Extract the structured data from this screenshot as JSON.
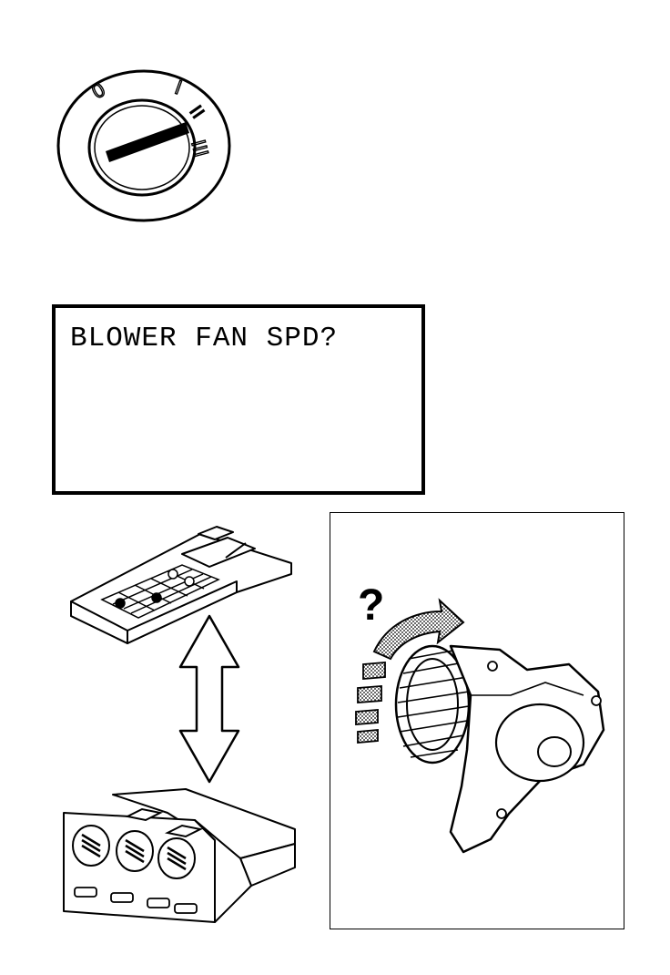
{
  "display": {
    "text": "BLOWER FAN SPD?"
  },
  "ignition": {
    "positions": [
      "0",
      "I",
      "II",
      "III"
    ],
    "key_position": "II"
  },
  "blower": {
    "question": "?"
  },
  "icons": {
    "ignition_switch": "ignition-switch-icon",
    "diagnostic_tester": "diagnostic-tester-icon",
    "two_way_arrow": "two-way-arrow-icon",
    "climate_control_panel": "climate-control-panel-icon",
    "blower_fan": "blower-fan-icon",
    "rotation_arrow": "rotation-arrow-icon"
  }
}
